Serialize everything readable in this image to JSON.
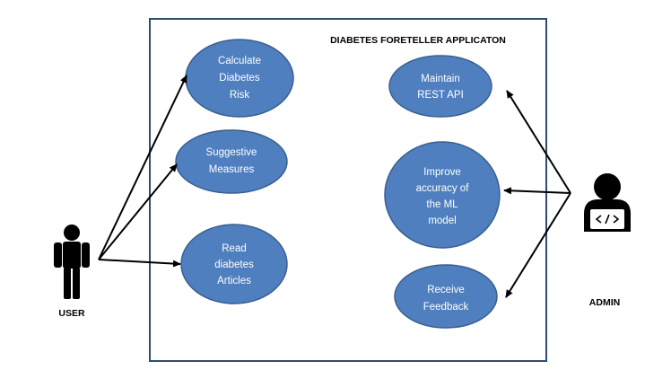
{
  "system": {
    "title": "DIABETES FORETELLER APPLICATON"
  },
  "actors": {
    "user": "USER",
    "admin": "ADMIN"
  },
  "use_cases": {
    "calculate": [
      "Calculate",
      "Diabetes",
      "Risk"
    ],
    "suggestive": [
      "Suggestive",
      "Measures"
    ],
    "read_articles": [
      "Read",
      "diabetes",
      "Articles"
    ],
    "maintain_api": [
      "Maintain",
      "REST API"
    ],
    "improve_accuracy": [
      "Improve",
      "accuracy of",
      "the ML",
      "model"
    ],
    "receive_feedback": [
      "Receive",
      "Feedback"
    ]
  },
  "colors": {
    "use_case_fill": "#4f7fbf",
    "use_case_stroke": "#3a5f8f",
    "system_border": "#2e4d6e",
    "actor": "#000000"
  },
  "icons": {
    "user": "person-icon",
    "admin": "developer-laptop-icon"
  }
}
